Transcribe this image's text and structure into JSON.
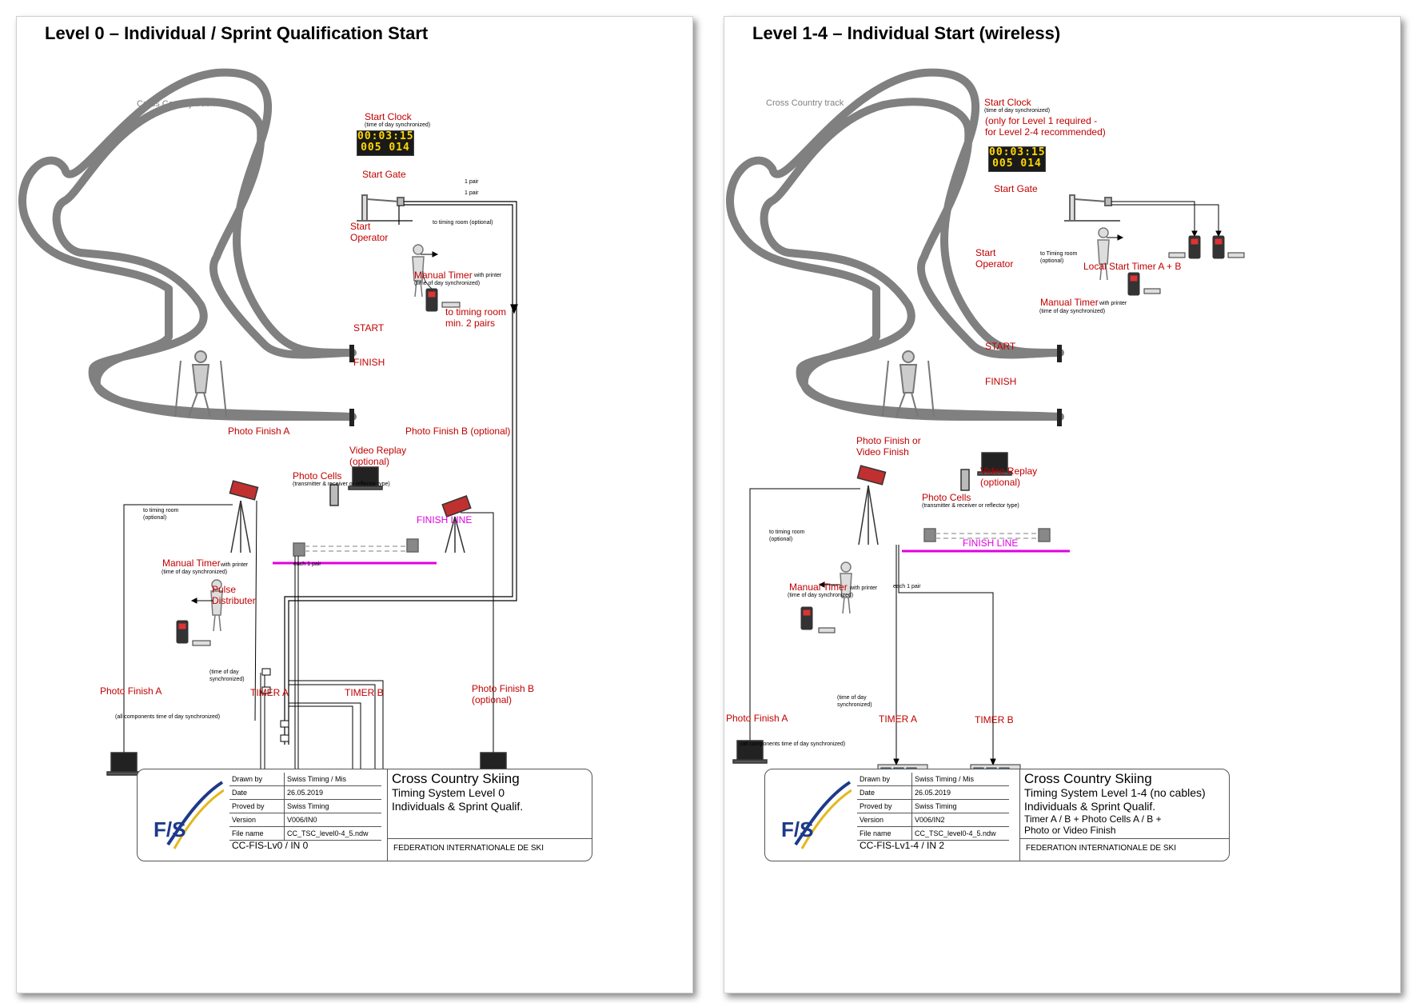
{
  "left": {
    "title": "Level 0 – Individual / Sprint Qualification Start",
    "track_label": "Cross Country track",
    "start_clock": "Start Clock",
    "start_clock_note": "(time of day synchronized)",
    "clock_line1": "00:03:15",
    "clock_line2": "005 014",
    "start_gate": "Start Gate",
    "pair1": "1 pair",
    "pair2": "1 pair",
    "start_operator": "Start\nOperator",
    "to_timing_room": "to timing room (optional)",
    "manual_timer": "Manual Timer",
    "with_printer": "with printer",
    "tod_sync": "(time of day synchronized)",
    "to_timing_room_min": "to timing room\nmin. 2 pairs",
    "start": "START",
    "finish": "FINISH",
    "photo_finish_a_top": "Photo Finish A",
    "video_replay": "Video Replay\n(optional)",
    "photo_finish_b_top": "Photo Finish B (optional)",
    "photo_cells": "Photo Cells",
    "photo_cells_note": "(transmitter & receiver or reflector type)",
    "finish_line": "FINISH LINE",
    "to_timing_room_opt": "to timing room\n(optional)",
    "manual_timer2": "Manual Timer",
    "with_printer2": "with printer",
    "tod_sync2": "(time of day synchronized)",
    "each_pair": "each 1 pair",
    "pulse_distributer": "Pulse\nDistributer",
    "tod_day_sync": "(time of day\nsynchronized)",
    "timer_a": "TIMER A",
    "timer_b": "TIMER B",
    "photo_finish_a_bottom": "Photo Finish A",
    "photo_finish_b_bottom": "Photo Finish B\n(optional)",
    "all_components": "(all components time of day synchronized)",
    "tb": {
      "drawn_by_label": "Drawn by",
      "drawn_by": "Swiss Timing / Mis",
      "date_label": "Date",
      "date": "26.05.2019",
      "proved_by_label": "Proved by",
      "proved_by": "Swiss Timing",
      "version_label": "Version",
      "version": "V006/IN0",
      "file_label": "File name",
      "file": "CC_TSC_level0-4_5.ndw",
      "doc_id": "CC-FIS-Lv0 / IN 0",
      "title1": "Cross Country Skiing",
      "title2": "Timing System Level 0",
      "title3": "Individuals & Sprint Qualif.",
      "title4": "",
      "title5": "",
      "federation": "FEDERATION INTERNATIONALE DE SKI",
      "logo_text": "F/S"
    }
  },
  "right": {
    "title": "Level 1-4 – Individual Start (wireless)",
    "track_label": "Cross Country track",
    "start_clock": "Start Clock",
    "start_clock_note": "(time of day synchronized)",
    "start_clock_req": "(only for Level 1 required -\nfor Level 2-4 recommended)",
    "clock_line1": "00:03:15",
    "clock_line2": "005 014",
    "start_gate": "Start Gate",
    "start_operator": "Start\nOperator",
    "to_timing_room": "to Timing room\n(optional)",
    "local_start_timer": "Local Start Timer A + B",
    "manual_timer": "Manual Timer",
    "with_printer": "with printer",
    "tod_sync": "(time of day synchronized)",
    "start": "START",
    "finish": "FINISH",
    "photo_or_video": "Photo Finish or\nVideo Finish",
    "video_replay": "Video Replay\n(optional)",
    "photo_cells": "Photo Cells",
    "photo_cells_note": "(transmitter & receiver or reflector type)",
    "finish_line": "FINISH LINE",
    "to_timing_room_opt": "to timing room\n(optional)",
    "manual_timer2": "Manual Timer",
    "with_printer2": "with printer",
    "tod_sync2": "(time of day synchronized)",
    "each_pair": "each 1 pair",
    "tod_day_sync": "(time of day\nsynchronized)",
    "timer_a": "TIMER A",
    "timer_b": "TIMER B",
    "photo_finish_a_bottom": "Photo Finish A",
    "all_components": "(all components time of day synchronized)",
    "tb": {
      "drawn_by_label": "Drawn by",
      "drawn_by": "Swiss Timing / Mis",
      "date_label": "Date",
      "date": "26.05.2019",
      "proved_by_label": "Proved by",
      "proved_by": "Swiss Timing",
      "version_label": "Version",
      "version": "V006/IN2",
      "file_label": "File name",
      "file": "CC_TSC_level0-4_5.ndw",
      "doc_id": "CC-FIS-Lv1-4 / IN 2",
      "title1": "Cross Country Skiing",
      "title2": "Timing System Level 1-4 (no cables)",
      "title3": "Individuals & Sprint Qualif.",
      "title4": "Timer A / B + Photo Cells A / B +",
      "title5": "Photo or Video Finish",
      "federation": "FEDERATION INTERNATIONALE DE SKI",
      "logo_text": "F/S"
    }
  },
  "colors": {
    "label_red": "#c00000",
    "finish_line": "#e000e0",
    "track": "#808080",
    "clock_digits": "#ffd700"
  }
}
